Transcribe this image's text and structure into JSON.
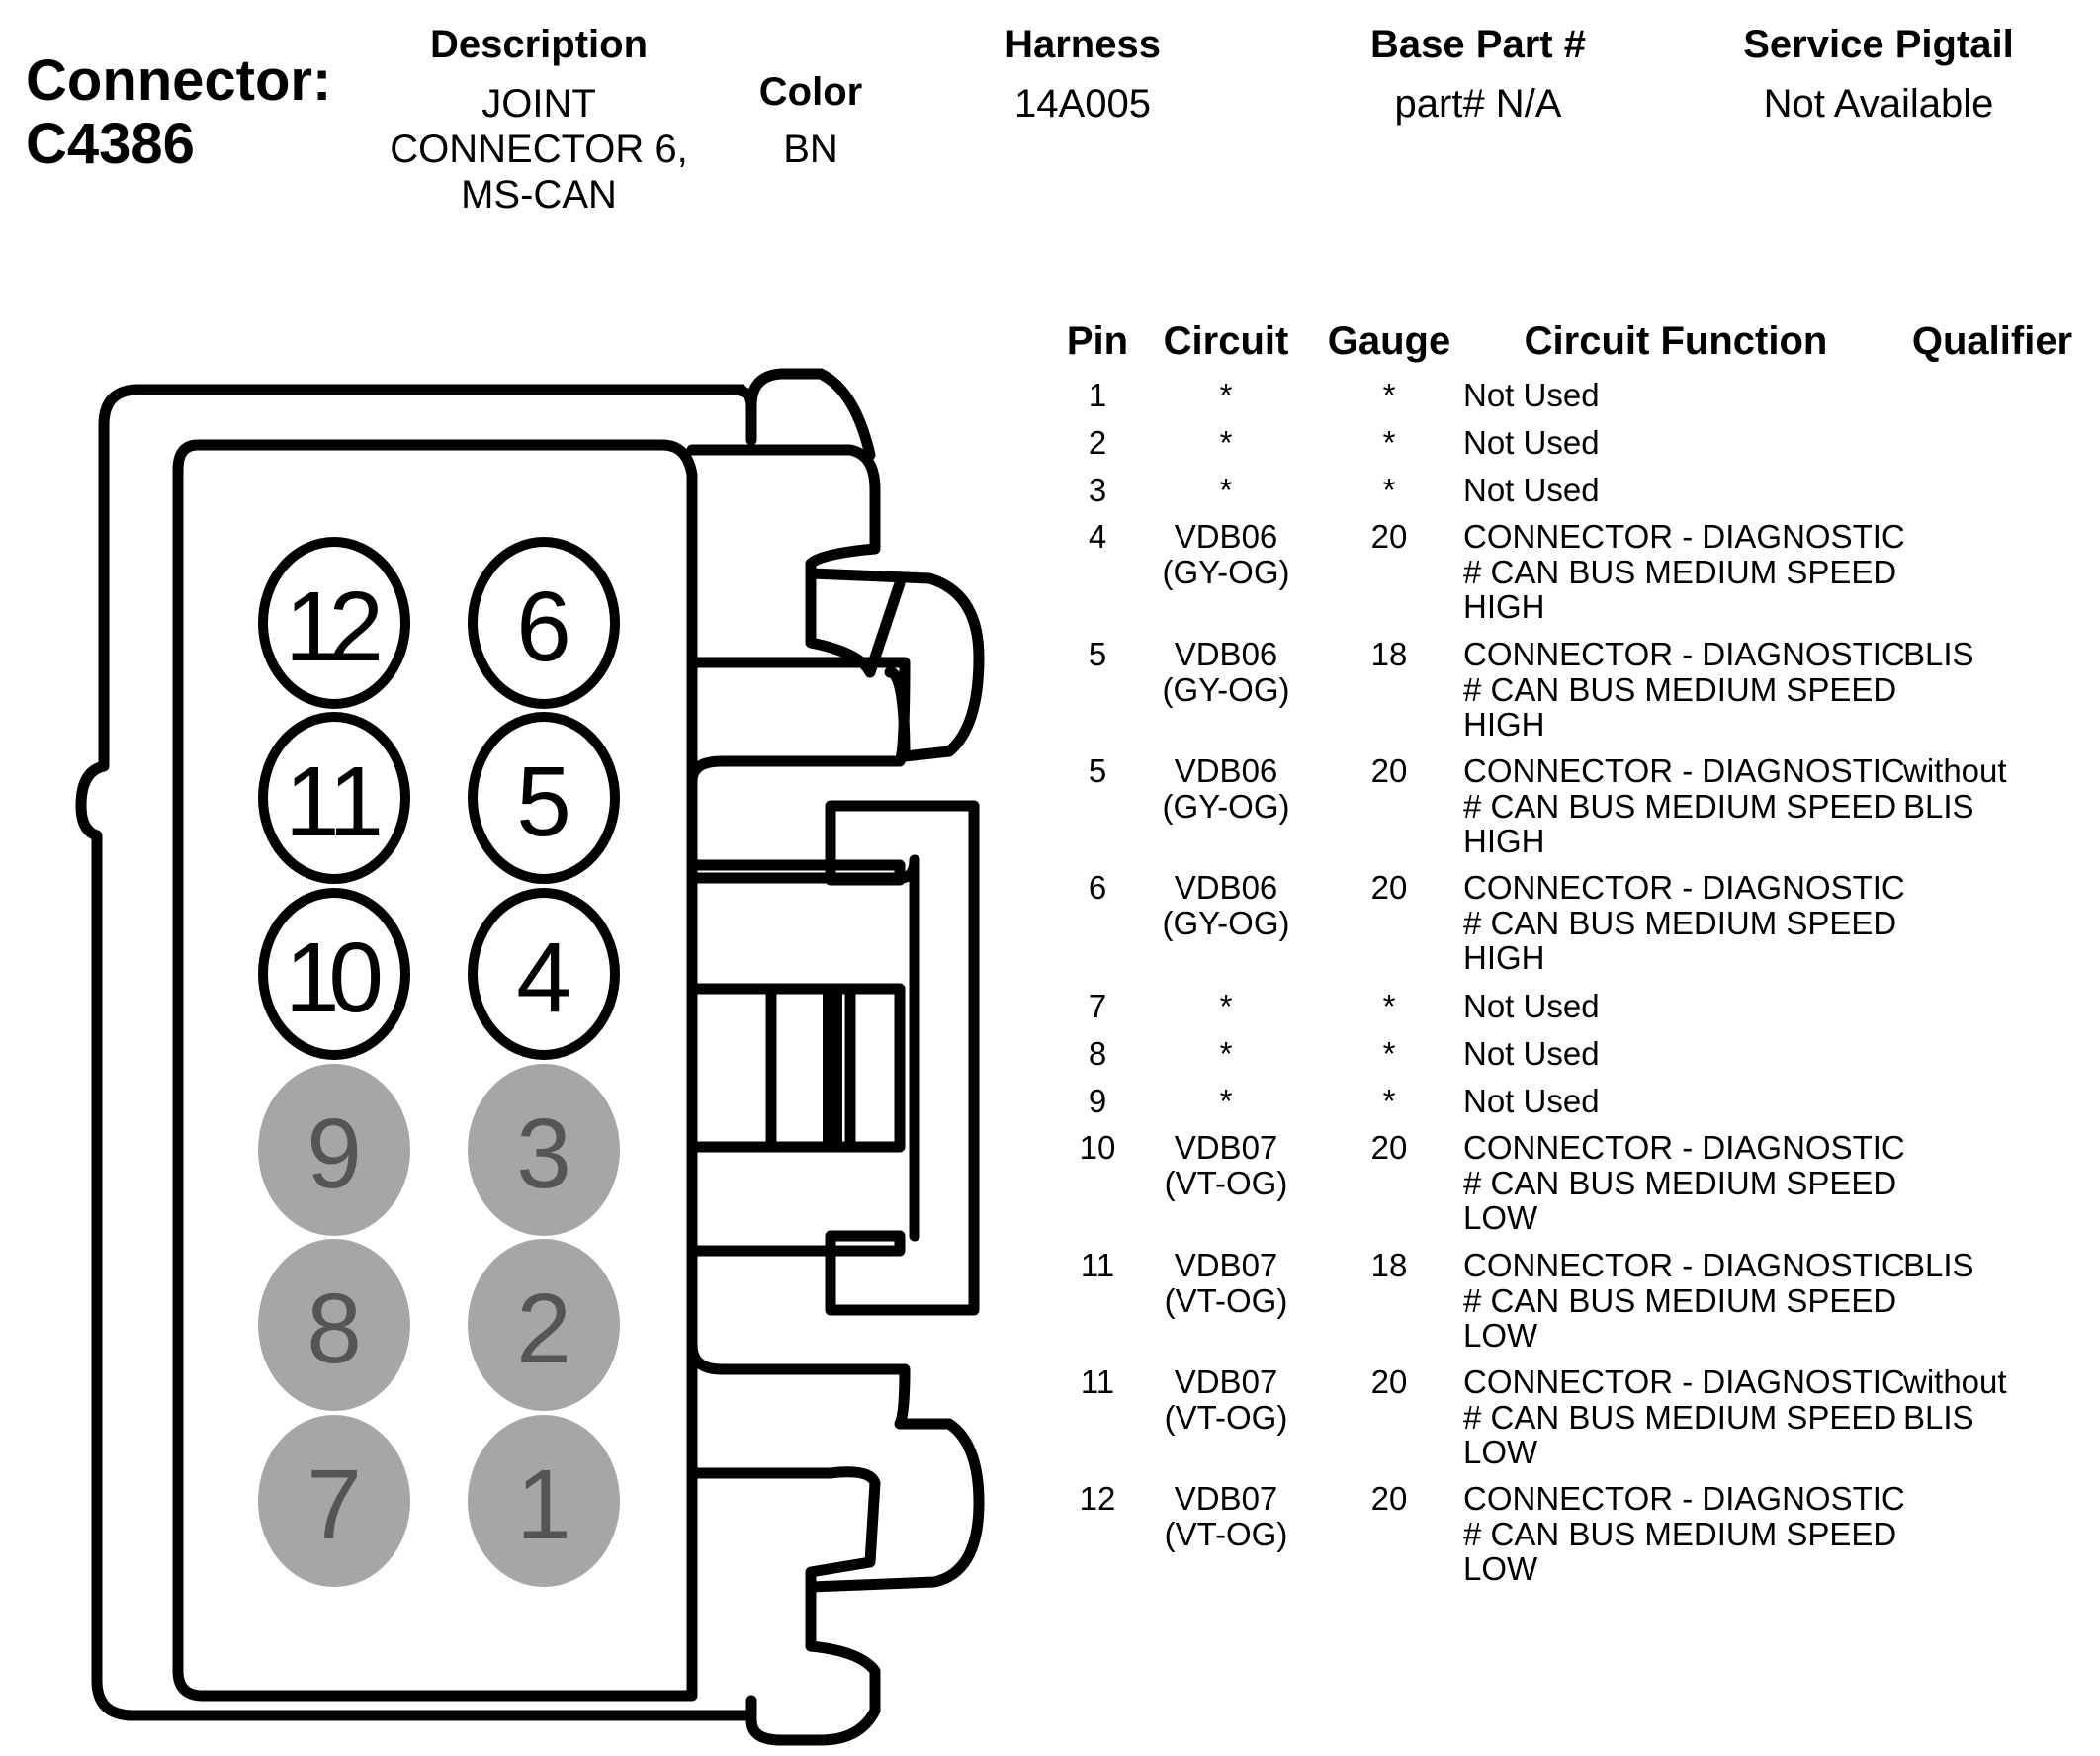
{
  "connector": {
    "label": "Connector:",
    "id": "C4386"
  },
  "header": {
    "description": {
      "label": "Description",
      "lines": [
        "JOINT",
        "CONNECTOR 6,",
        "MS-CAN"
      ]
    },
    "color": {
      "label": "Color",
      "value": "BN"
    },
    "harness": {
      "label": "Harness",
      "value": "14A005"
    },
    "base_part": {
      "label": "Base Part #",
      "value": "part# N/A"
    },
    "service_pigtail": {
      "label": "Service Pigtail",
      "value": "Not Available"
    }
  },
  "table": {
    "headers": {
      "pin": "Pin",
      "circuit": "Circuit",
      "gauge": "Gauge",
      "function": "Circuit Function",
      "qualifier": "Qualifier"
    },
    "rows": [
      {
        "pin": "1",
        "circuit": [
          "*"
        ],
        "gauge": "*",
        "function": [
          "Not Used"
        ],
        "qualifier": []
      },
      {
        "pin": "2",
        "circuit": [
          "*"
        ],
        "gauge": "*",
        "function": [
          "Not Used"
        ],
        "qualifier": []
      },
      {
        "pin": "3",
        "circuit": [
          "*"
        ],
        "gauge": "*",
        "function": [
          "Not Used"
        ],
        "qualifier": []
      },
      {
        "pin": "4",
        "circuit": [
          "VDB06",
          "(GY-OG)"
        ],
        "gauge": "20",
        "function": [
          "CONNECTOR - DIAGNOSTIC",
          "# CAN BUS MEDIUM SPEED",
          "HIGH"
        ],
        "qualifier": []
      },
      {
        "pin": "5",
        "circuit": [
          "VDB06",
          "(GY-OG)"
        ],
        "gauge": "18",
        "function": [
          "CONNECTOR - DIAGNOSTIC",
          "# CAN BUS MEDIUM SPEED",
          "HIGH"
        ],
        "qualifier": [
          "BLIS"
        ]
      },
      {
        "pin": "5",
        "circuit": [
          "VDB06",
          "(GY-OG)"
        ],
        "gauge": "20",
        "function": [
          "CONNECTOR - DIAGNOSTIC",
          "# CAN BUS MEDIUM SPEED",
          "HIGH"
        ],
        "qualifier": [
          "without",
          "BLIS"
        ]
      },
      {
        "pin": "6",
        "circuit": [
          "VDB06",
          "(GY-OG)"
        ],
        "gauge": "20",
        "function": [
          "CONNECTOR - DIAGNOSTIC",
          "# CAN BUS MEDIUM SPEED",
          "HIGH"
        ],
        "qualifier": []
      },
      {
        "pin": "7",
        "circuit": [
          "*"
        ],
        "gauge": "*",
        "function": [
          "Not Used"
        ],
        "qualifier": []
      },
      {
        "pin": "8",
        "circuit": [
          "*"
        ],
        "gauge": "*",
        "function": [
          "Not Used"
        ],
        "qualifier": []
      },
      {
        "pin": "9",
        "circuit": [
          "*"
        ],
        "gauge": "*",
        "function": [
          "Not Used"
        ],
        "qualifier": []
      },
      {
        "pin": "10",
        "circuit": [
          "VDB07",
          "(VT-OG)"
        ],
        "gauge": "20",
        "function": [
          "CONNECTOR - DIAGNOSTIC",
          "# CAN BUS MEDIUM SPEED",
          "LOW"
        ],
        "qualifier": []
      },
      {
        "pin": "11",
        "circuit": [
          "VDB07",
          "(VT-OG)"
        ],
        "gauge": "18",
        "function": [
          "CONNECTOR - DIAGNOSTIC",
          "# CAN BUS MEDIUM SPEED",
          "LOW"
        ],
        "qualifier": [
          "BLIS"
        ]
      },
      {
        "pin": "11",
        "circuit": [
          "VDB07",
          "(VT-OG)"
        ],
        "gauge": "20",
        "function": [
          "CONNECTOR - DIAGNOSTIC",
          "# CAN BUS MEDIUM SPEED",
          "LOW"
        ],
        "qualifier": [
          "without",
          "BLIS"
        ]
      },
      {
        "pin": "12",
        "circuit": [
          "VDB07",
          "(VT-OG)"
        ],
        "gauge": "20",
        "function": [
          "CONNECTOR - DIAGNOSTIC",
          "# CAN BUS MEDIUM SPEED",
          "LOW"
        ],
        "qualifier": []
      }
    ]
  },
  "diagram": {
    "cavities": [
      {
        "label": "12",
        "used": true
      },
      {
        "label": "6",
        "used": true
      },
      {
        "label": "11",
        "used": true
      },
      {
        "label": "5",
        "used": true
      },
      {
        "label": "10",
        "used": true
      },
      {
        "label": "4",
        "used": true
      },
      {
        "label": "9",
        "used": false
      },
      {
        "label": "3",
        "used": false
      },
      {
        "label": "8",
        "used": false
      },
      {
        "label": "2",
        "used": false
      },
      {
        "label": "7",
        "used": false
      },
      {
        "label": "1",
        "used": false
      }
    ],
    "colors": {
      "used_fill": "#ffffff",
      "unused_fill": "#a6a6a6",
      "unused_text": "#555555",
      "outline": "#000000"
    }
  }
}
